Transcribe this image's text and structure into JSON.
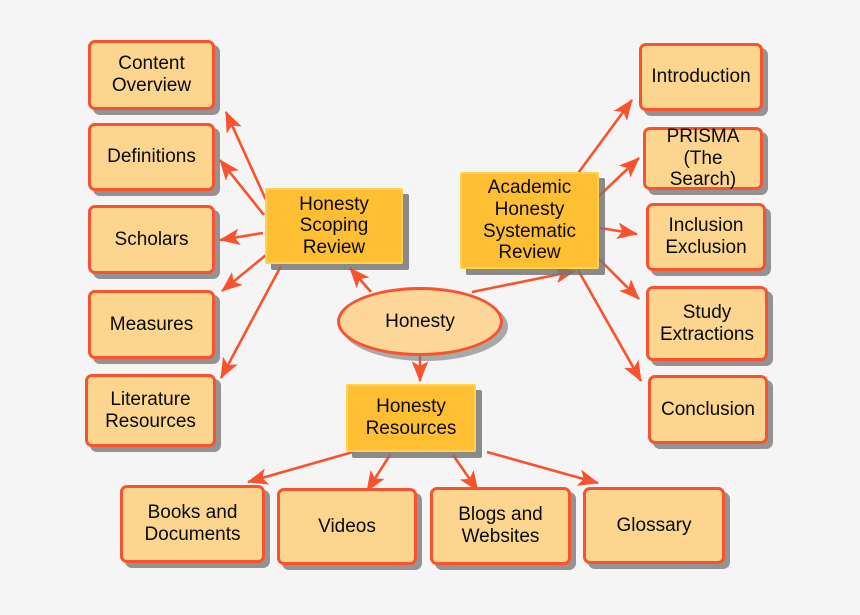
{
  "diagram": {
    "title": "Honesty concept map",
    "background_color": "#f5f5f5",
    "edge_color": "#f9522e",
    "node_fill_light": "#fcd68e",
    "node_fill_dark": "#ffbf33",
    "node_border_light": "#f9522e",
    "node_border_dark": "#ffd24d"
  },
  "nodes": {
    "root": {
      "label": "Honesty"
    },
    "scoping_review": {
      "label": "Honesty\nScoping\nReview"
    },
    "systematic_review": {
      "label": "Academic\nHonesty\nSystematic\nReview"
    },
    "resources": {
      "label": "Honesty\nResources"
    },
    "scoping_children": [
      {
        "label": "Content\nOverview"
      },
      {
        "label": "Definitions"
      },
      {
        "label": "Scholars"
      },
      {
        "label": "Measures"
      },
      {
        "label": "Literature\nResources"
      }
    ],
    "systematic_children": [
      {
        "label": "Introduction"
      },
      {
        "label": "PRISMA\n(The Search)"
      },
      {
        "label": "Inclusion\nExclusion"
      },
      {
        "label": "Study\nExtractions"
      },
      {
        "label": "Conclusion"
      }
    ],
    "resources_children": [
      {
        "label": "Books and\nDocuments"
      },
      {
        "label": "Videos"
      },
      {
        "label": "Blogs and\nWebsites"
      },
      {
        "label": "Glossary"
      }
    ]
  }
}
